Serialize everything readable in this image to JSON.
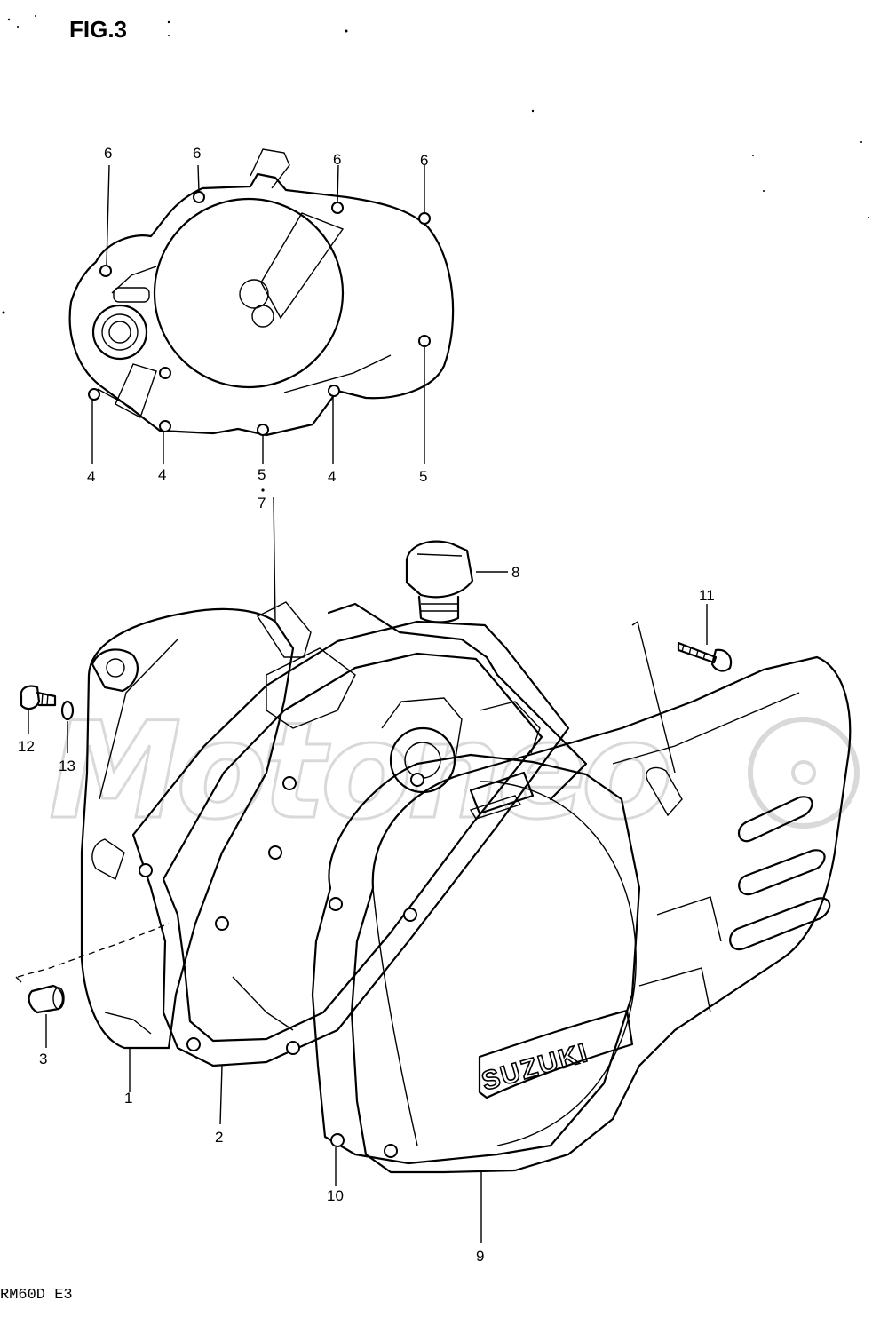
{
  "header": {
    "figure_label": "FIG.3"
  },
  "footer": {
    "model_code": "RM60D  E3"
  },
  "watermark": {
    "text": "Motoneo"
  },
  "brand_logo": {
    "text": "SUZUKI"
  },
  "callouts": {
    "c1": "1",
    "c2": "2",
    "c3": "3",
    "c4a": "4",
    "c4b": "4",
    "c4c": "4",
    "c5a": "5",
    "c5b": "5",
    "c7": "7",
    "c6a": "6",
    "c6b": "6",
    "c6c": "6",
    "c6d": "6",
    "c8": "8",
    "c9": "9",
    "c10": "10",
    "c11": "11",
    "c12": "12",
    "c13": "13"
  }
}
